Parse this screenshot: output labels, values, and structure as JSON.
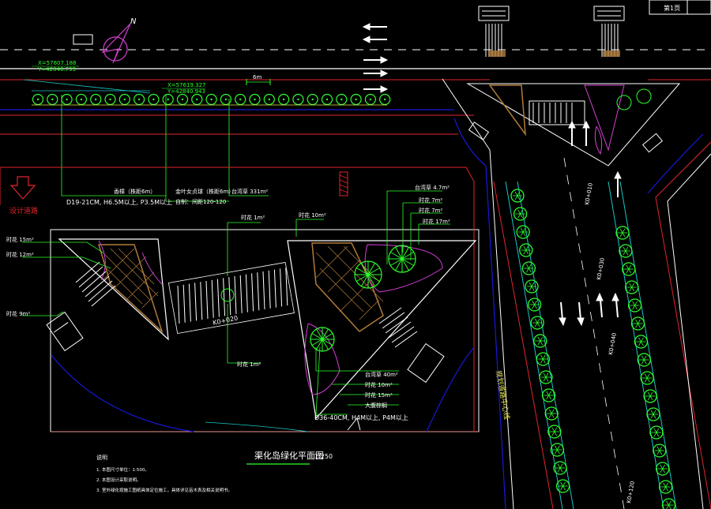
{
  "drawing": {
    "main_title": "渠化岛绿化平面图",
    "main_scale": "1:250",
    "north_label": "N",
    "coord_1": [
      "X=57607.188",
      "Y=42840.793"
    ],
    "coord_2": [
      "X=57619.327",
      "Y=42840.943"
    ],
    "spacing_label": "6m",
    "sheet_label": "第1页",
    "design_red_line": "设计道路",
    "station_k0020": "K0+020",
    "station_k0010": "K0+010",
    "station_k0030": "K0+030",
    "station_k0040": "K0+040",
    "station_k0120": "K0+120",
    "road_name_vertical": "规划道路中心线",
    "tree_spec_1": "D19-21CM, H6.5M以上, P3.5M以上",
    "tree_spec_2": "D36-40CM, H4M以上, P4M以上",
    "callout_row": [
      "香樟（株距6m）",
      "金叶女贞球（株距6m）",
      "台湾草 331m²"
    ],
    "callout_row_2": "自制：间距120-120",
    "left_island_labels": [
      "时花 15m²",
      "时花 12m²",
      "时花 9m²"
    ],
    "center_labels": [
      "时花 1m²",
      "时花 10m²",
      "时花 1m²"
    ],
    "right_top_labels": [
      "台湾草 4.7m²",
      "时花 7m²",
      "时花 7m²",
      "时花 17m²"
    ],
    "right_bottom_labels": [
      "台湾草 40m²",
      "时花 10m²",
      "时花 15m²",
      "大腹棕榈"
    ],
    "notes_title": "说明",
    "notes": [
      "1. 本图尺寸单位：1:500。",
      "2. 本图设计采取说明。",
      "3. 室外绿化按施工图纸具体定位施工，具体详见苗木表及相关说明书。"
    ]
  },
  "colors": {
    "background": "#000000",
    "red_line": "#e0262c",
    "white_line": "#ffffff",
    "green_tree": "#2cff2c",
    "cyan_curb": "#19c6c6",
    "blue_curve": "#1818d8",
    "magenta": "#d33fd3",
    "tan_hatch": "#b07a3a",
    "yellow": "#e8e850"
  }
}
